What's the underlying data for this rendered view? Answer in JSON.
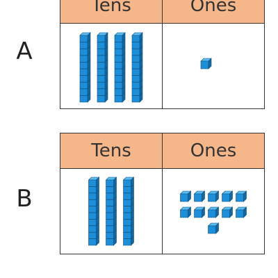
{
  "colors": {
    "header_fill": "#f5b689",
    "block_front": "#1f8ed8",
    "block_top": "#5bbcf2",
    "block_side": "#14679f",
    "border": "#333333"
  },
  "charts": [
    {
      "label": "A",
      "headers": {
        "tens": "Tens",
        "ones": "Ones"
      },
      "tens_rods": 4,
      "ones_cubes": 1
    },
    {
      "label": "B",
      "headers": {
        "tens": "Tens",
        "ones": "Ones"
      },
      "tens_rods": 3,
      "ones_cubes": 11
    }
  ]
}
